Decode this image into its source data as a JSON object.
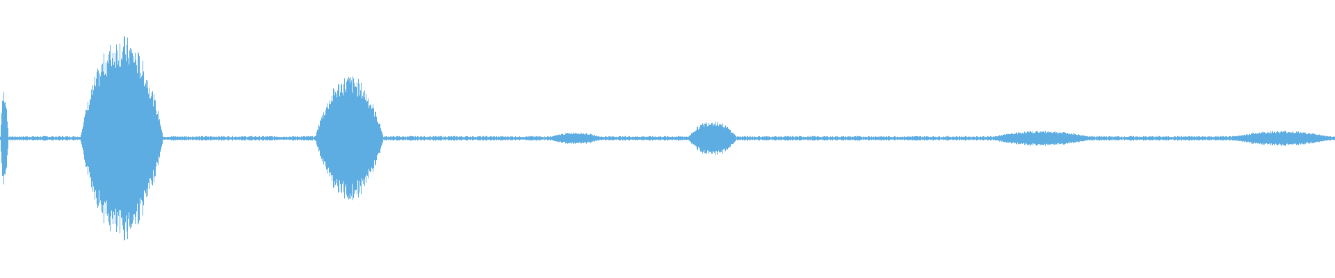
{
  "waveform": {
    "color": "#5dade2",
    "background": "#ffffff",
    "baseline_amplitude": 0.012,
    "segments": [
      {
        "start": 0.0,
        "end": 0.006,
        "peak": 0.33
      },
      {
        "start": 0.06,
        "end": 0.122,
        "peak": 0.68
      },
      {
        "start": 0.236,
        "end": 0.287,
        "peak": 0.42
      },
      {
        "start": 0.41,
        "end": 0.452,
        "peak": 0.04
      },
      {
        "start": 0.515,
        "end": 0.552,
        "peak": 0.12
      },
      {
        "start": 0.74,
        "end": 0.82,
        "peak": 0.05
      },
      {
        "start": 0.92,
        "end": 1.0,
        "peak": 0.05
      }
    ]
  }
}
